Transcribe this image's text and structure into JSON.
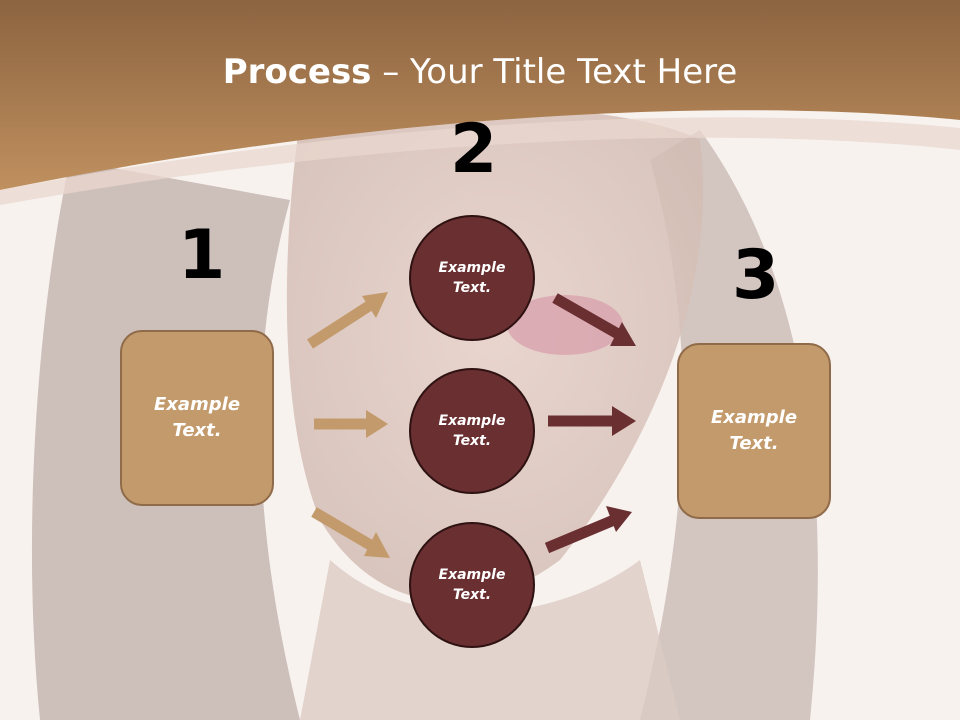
{
  "title": {
    "bold": "Process",
    "rest": " – Your Title Text Here"
  },
  "steps": [
    {
      "number": "1",
      "label": "Example\nText."
    },
    {
      "number": "2",
      "items": [
        "Example\nText.",
        "Example\nText.",
        "Example\nText."
      ]
    },
    {
      "number": "3",
      "label": "Example\nText."
    }
  ],
  "colors": {
    "header": "#b5885c",
    "box_fill": "#c39a6b",
    "circle_fill": "#6a2f31",
    "arrow_light": "#c39a6b",
    "arrow_dark": "#6a2f31"
  }
}
